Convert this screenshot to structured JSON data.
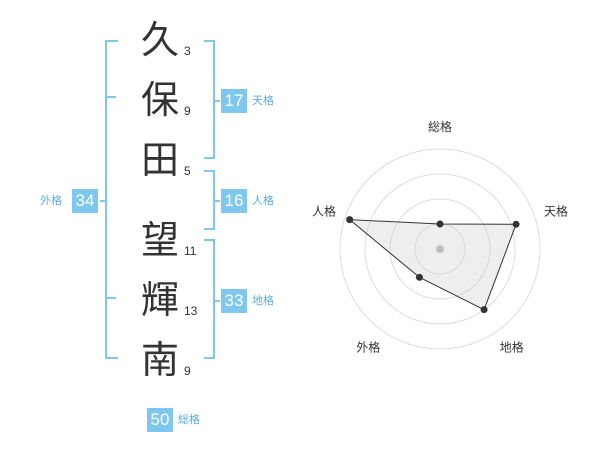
{
  "colors": {
    "accent": "#7ec8ef",
    "badge_bg": "#7ec8ef",
    "text": "#333333",
    "label": "#5aaee0"
  },
  "name": {
    "chars": [
      {
        "char": "久",
        "strokes": "3"
      },
      {
        "char": "保",
        "strokes": "9"
      },
      {
        "char": "田",
        "strokes": "5"
      },
      {
        "char": "望",
        "strokes": "11"
      },
      {
        "char": "輝",
        "strokes": "13"
      },
      {
        "char": "南",
        "strokes": "9"
      }
    ]
  },
  "scores": {
    "tenkaku": {
      "value": "17",
      "label": "天格"
    },
    "jinkaku": {
      "value": "16",
      "label": "人格"
    },
    "chikaku": {
      "value": "33",
      "label": "地格"
    },
    "gaikaku": {
      "value": "34",
      "label": "外格"
    },
    "soukaku": {
      "value": "50",
      "label": "総格"
    }
  },
  "chart_data": {
    "type": "radar",
    "axes": [
      "総格",
      "天格",
      "地格",
      "外格",
      "人格"
    ],
    "values": [
      0.25,
      0.8,
      0.75,
      0.35,
      0.95
    ],
    "rings": 4,
    "grid": true
  }
}
